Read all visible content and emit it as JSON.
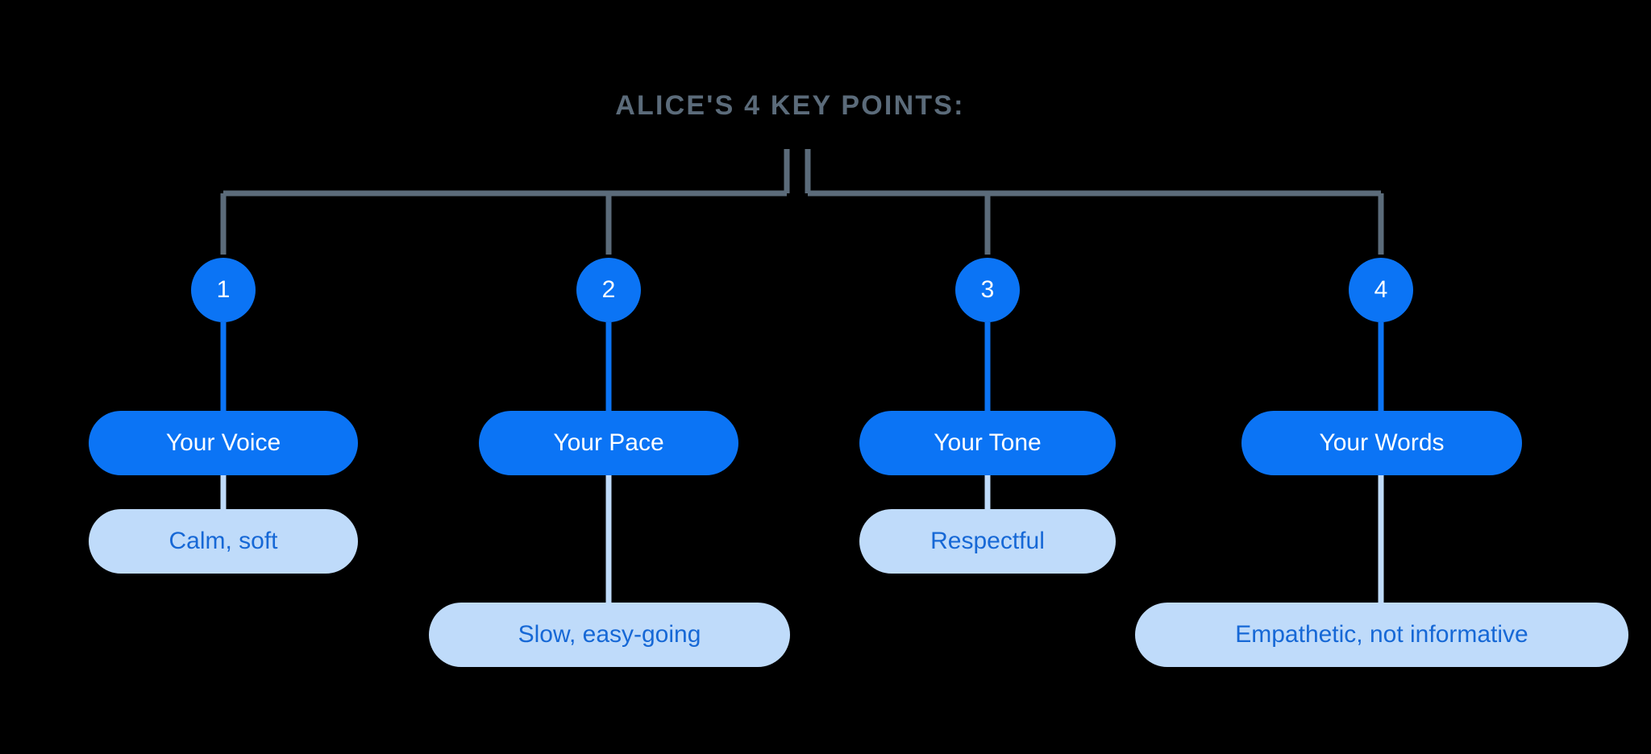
{
  "diagram": {
    "title": "ALICE'S 4 KEY POINTS:",
    "background_color": "#000000",
    "title_color": "#5b6b7a",
    "connector_color": "#5b6b7a",
    "primary_color": "#0b74f5",
    "secondary_color": "#bfdbfa",
    "secondary_text_color": "#1668d6",
    "branches": [
      {
        "number": "1",
        "label": "Your Voice",
        "detail": "Calm, soft"
      },
      {
        "number": "2",
        "label": "Your Pace",
        "detail": "Slow, easy-going"
      },
      {
        "number": "3",
        "label": "Your Tone",
        "detail": "Respectful"
      },
      {
        "number": "4",
        "label": "Your Words",
        "detail": "Empathetic, not informative"
      }
    ]
  }
}
